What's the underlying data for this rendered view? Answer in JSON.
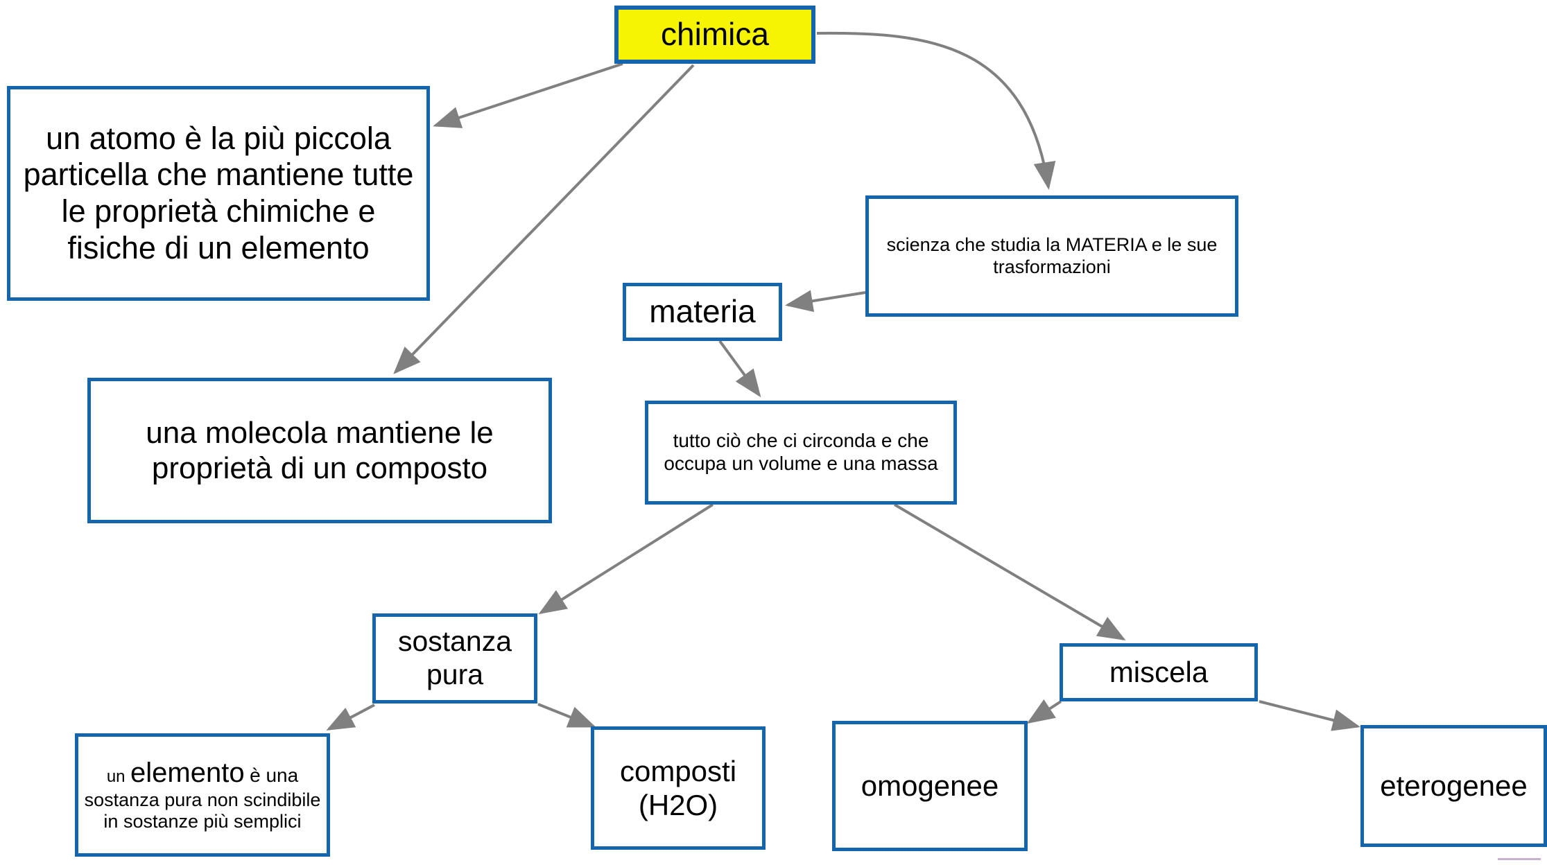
{
  "diagram": {
    "title": "chimica",
    "type": "concept-map",
    "language": "it",
    "colors": {
      "node_border": "#1565ad",
      "root_fill": "#f6f400",
      "node_fill": "#ffffff",
      "edge": "#808080",
      "text": "#000000",
      "background": "#ffffff"
    },
    "nodes": [
      {
        "id": "chimica",
        "label": "chimica",
        "kind": "root"
      },
      {
        "id": "atomo",
        "label": "un atomo è la più piccola particella che mantiene tutte le proprietà chimiche e fisiche di un elemento",
        "kind": "definition"
      },
      {
        "id": "scienza",
        "label": "scienza che studia la MATERIA e le sue trasformazioni",
        "kind": "definition"
      },
      {
        "id": "materia",
        "label": "materia",
        "kind": "concept"
      },
      {
        "id": "molecola",
        "label": "una molecola mantiene le proprietà di un composto",
        "kind": "definition"
      },
      {
        "id": "tuttocio",
        "label": "tutto ciò che ci circonda e che occupa un volume e una massa",
        "kind": "definition"
      },
      {
        "id": "sostanza",
        "label": "sostanza pura",
        "kind": "concept"
      },
      {
        "id": "miscela",
        "label": "miscela",
        "kind": "concept"
      },
      {
        "id": "elemento",
        "label": "un elemento è una sostanza pura non scindibile in sostanze più semplici",
        "kind": "definition",
        "parts": {
          "lead": "un",
          "emphasis": "elemento",
          "mid": "è una",
          "rest": "sostanza pura non scindibile in sostanze più semplici"
        }
      },
      {
        "id": "composti",
        "label": "composti (H2O)",
        "kind": "concept"
      },
      {
        "id": "omogenee",
        "label": "omogenee",
        "kind": "concept"
      },
      {
        "id": "eterogenee",
        "label": "eterogenee",
        "kind": "concept"
      }
    ],
    "edges": [
      {
        "from": "chimica",
        "to": "atomo",
        "style": "straight"
      },
      {
        "from": "chimica",
        "to": "molecola",
        "style": "straight"
      },
      {
        "from": "chimica",
        "to": "scienza",
        "style": "curved"
      },
      {
        "from": "scienza",
        "to": "materia",
        "style": "straight"
      },
      {
        "from": "materia",
        "to": "tuttocio",
        "style": "straight"
      },
      {
        "from": "tuttocio",
        "to": "sostanza",
        "style": "straight"
      },
      {
        "from": "tuttocio",
        "to": "miscela",
        "style": "straight"
      },
      {
        "from": "sostanza",
        "to": "elemento",
        "style": "straight"
      },
      {
        "from": "sostanza",
        "to": "composti",
        "style": "straight"
      },
      {
        "from": "miscela",
        "to": "omogenee",
        "style": "straight"
      },
      {
        "from": "miscela",
        "to": "eterogenee",
        "style": "straight"
      }
    ]
  }
}
